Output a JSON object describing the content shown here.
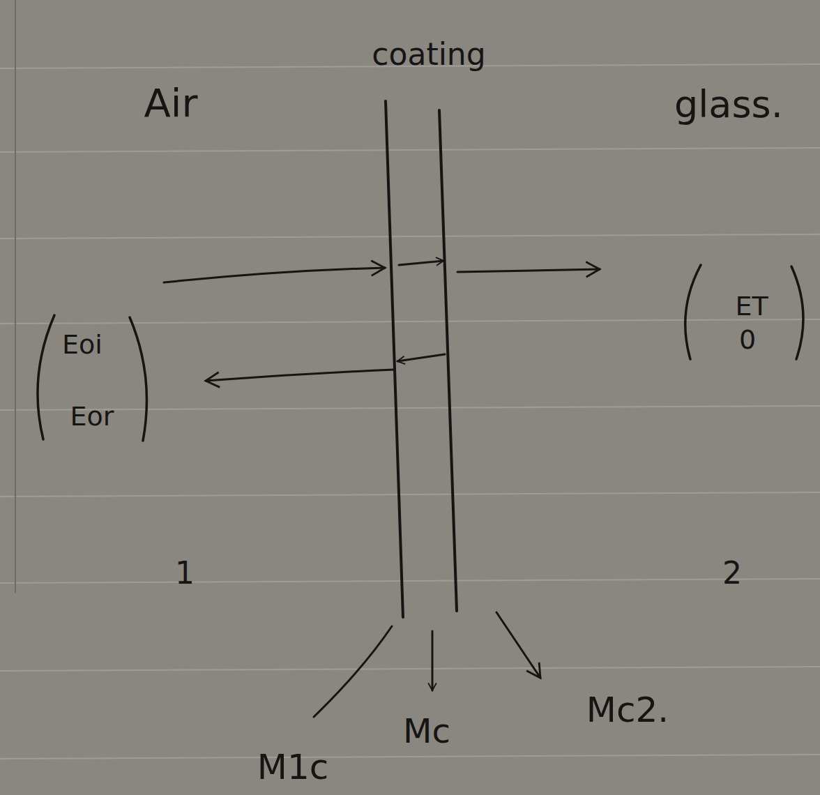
{
  "diagram": {
    "labels": [
      "coating",
      "Air",
      "glass.",
      "Eoi",
      "Eor",
      "ET",
      "0",
      "1",
      "2",
      "M1c",
      "Mc",
      "Mc2."
    ]
  }
}
